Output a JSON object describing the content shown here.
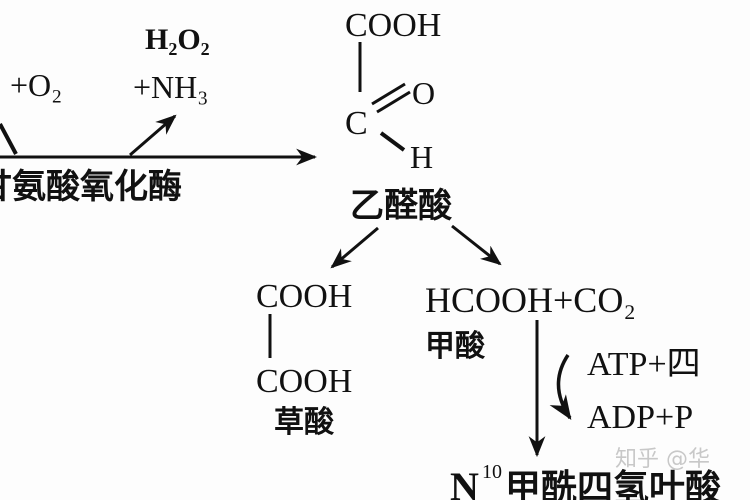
{
  "left": {
    "o2": "+O₂",
    "h2o2": "H₂O₂",
    "nh3": "+NH₃",
    "enzyme": "甘氨酸氧化酶"
  },
  "glyoxylate": {
    "cooh": "COOH",
    "c": "C",
    "o": "O",
    "h": "H",
    "name": "乙醛酸"
  },
  "oxalate": {
    "cooh_top": "COOH",
    "cooh_bottom": "COOH",
    "name": "草酸"
  },
  "formate": {
    "formula": "HCOOH+CO₂",
    "name": "甲酸"
  },
  "cofactor": {
    "atp": "ATP+四",
    "adp": "ADP+P"
  },
  "product": {
    "prefix": "N",
    "superscript": "10",
    "name": "甲酰四氢叶酸"
  },
  "watermark": "知乎 @华"
}
